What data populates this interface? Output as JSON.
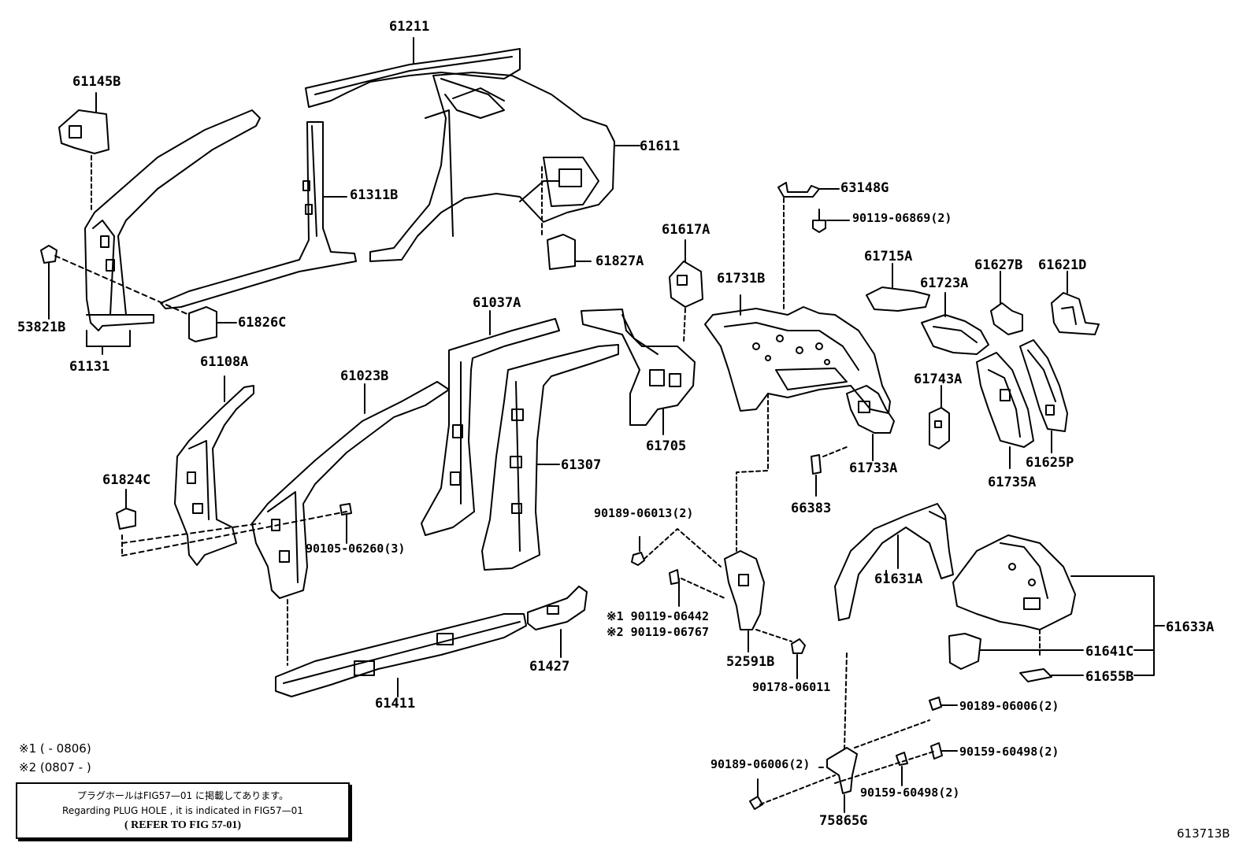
{
  "figure_id": "613713B",
  "part_labels": {
    "p61211": "61211",
    "p61145B": "61145B",
    "p61611": "61611",
    "p61311B": "61311B",
    "p63148G": "63148G",
    "p90119_06869": "90119-06869(2)",
    "p61617A": "61617A",
    "p61827A": "61827A",
    "p61715A": "61715A",
    "p61627B": "61627B",
    "p61621D": "61621D",
    "p61731B": "61731B",
    "p61723A": "61723A",
    "p53821B": "53821B",
    "p61826C": "61826C",
    "p61131": "61131",
    "p61037A": "61037A",
    "p61108A": "61108A",
    "p61023B": "61023B",
    "p61743A": "61743A",
    "p61705": "61705",
    "p61733A": "61733A",
    "p61625P": "61625P",
    "p61735A": "61735A",
    "p61824C": "61824C",
    "p61307": "61307",
    "p66383": "66383",
    "p90189_06013": "90189-06013(2)",
    "p90105_06260": "90105-06260(3)",
    "p61631A": "61631A",
    "p61633A": "61633A",
    "p90119_06442": "※1 90119-06442",
    "p90119_06767": "※2 90119-06767",
    "p61641C": "61641C",
    "p61427": "61427",
    "p52591B": "52591B",
    "p61655B": "61655B",
    "p61411": "61411",
    "p90178_06011": "90178-06011",
    "p90189_06006_r": "90189-06006(2)",
    "p90159_60498_r": "90159-60498(2)",
    "p90189_06006_l": "90189-06006(2)",
    "p90159_60498_l": "90159-60498(2)",
    "p75865G": "75865G"
  },
  "footnotes": {
    "n1": "※1 (      - 0806)",
    "n2": "※2 (0807 -      )"
  },
  "note_box": {
    "line_jp": "プラグホールはFIG57—01 に掲載してあります。",
    "line_en": "Regarding PLUG HOLE , it is indicated in FIG57—01",
    "line_ref": "( REFER TO FIG 57-01)"
  }
}
